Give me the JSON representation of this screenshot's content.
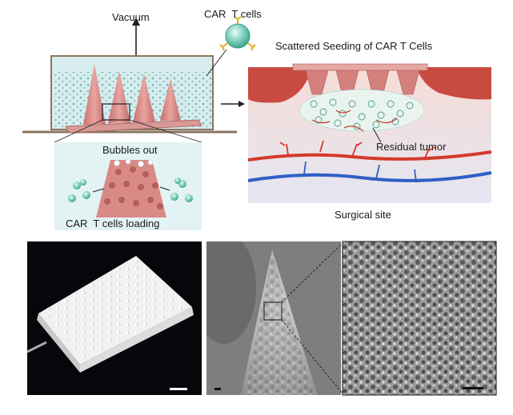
{
  "labels": {
    "vacuum": "Vacuum",
    "car_t_cells": "CAR  T cells",
    "scattered_seeding": "Scattered Seeding of CAR T Cells",
    "bubbles_out": "Bubbles out",
    "loading": "CAR  T cells loading",
    "residual_tumor": "Residual tumor",
    "surgical_site": "Surgical site"
  },
  "colors": {
    "chamber_fill": "#cfe8ec",
    "cone_fill": "#d98a8a",
    "cell_teal": "#5fb8a8",
    "tumor_red": "#c23b32",
    "tissue_pink": "#f3d6d2",
    "vessel_red": "#d33a2c",
    "vessel_blue": "#2f5fc4",
    "scale_bar": "#ffffff"
  },
  "panels": [
    "schematic-vacuum-loading",
    "schematic-surgical-site",
    "photo-microneedle-patch",
    "sem-single-microneedle",
    "sem-porous-surface"
  ]
}
